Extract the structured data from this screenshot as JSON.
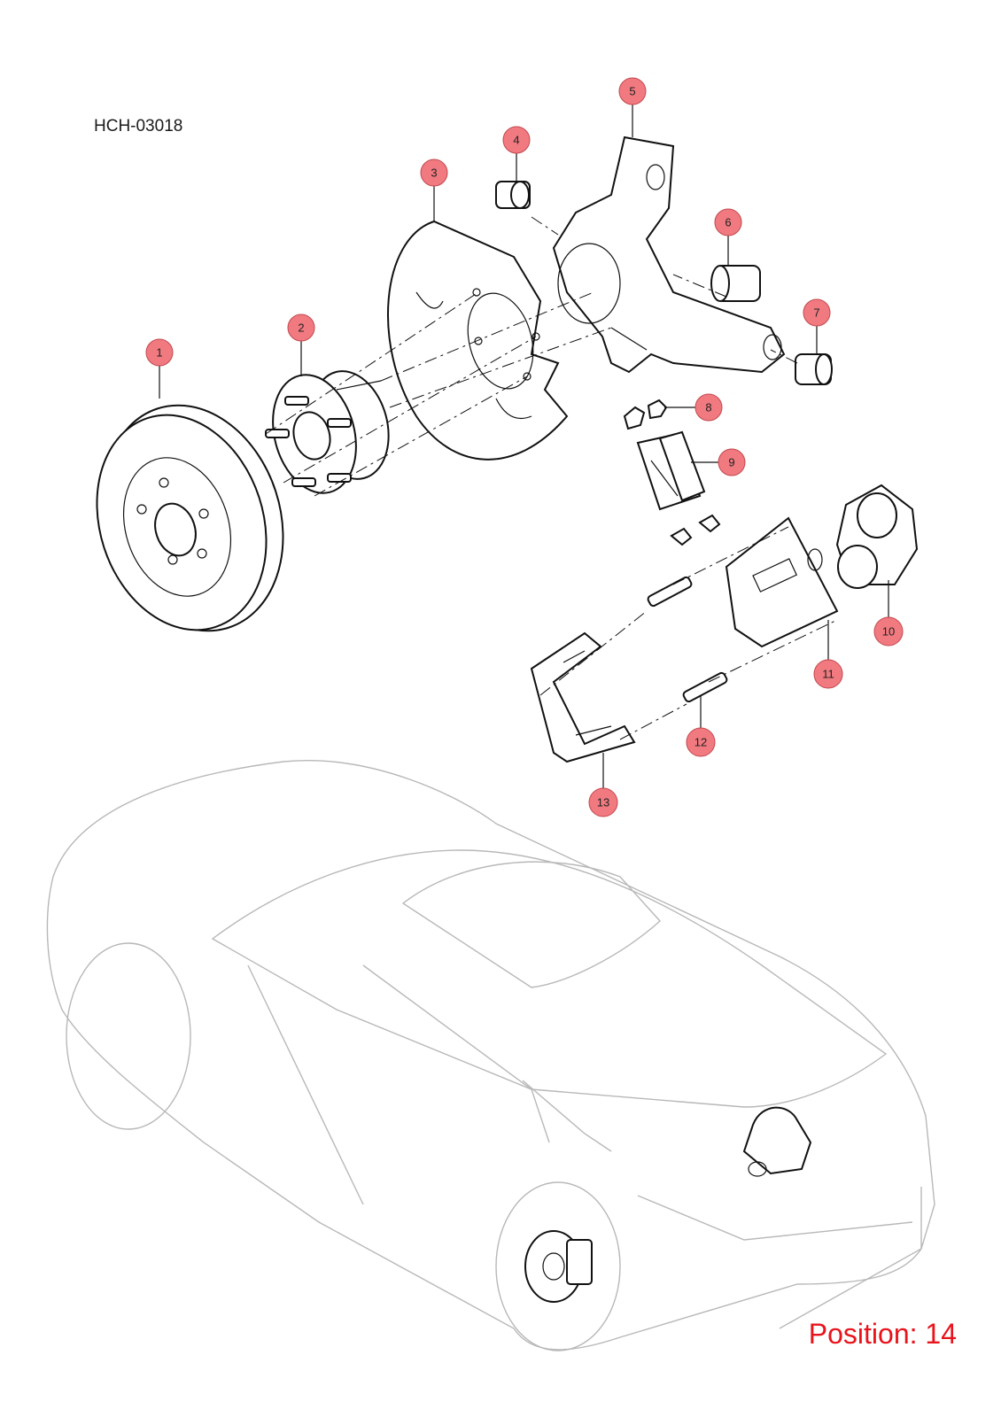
{
  "diagram": {
    "code": "HCH-03018",
    "position_label": "Position: 14",
    "callouts": [
      {
        "id": "1"
      },
      {
        "id": "2"
      },
      {
        "id": "3"
      },
      {
        "id": "4"
      },
      {
        "id": "5"
      },
      {
        "id": "6"
      },
      {
        "id": "7"
      },
      {
        "id": "8"
      },
      {
        "id": "9"
      },
      {
        "id": "10"
      },
      {
        "id": "11"
      },
      {
        "id": "12"
      },
      {
        "id": "13"
      }
    ],
    "colors": {
      "callout_fill": "#f07a80",
      "callout_stroke": "#c2484e",
      "position_text": "#e8141c",
      "line_art": "#111111",
      "vehicle_outline": "#b8b8b8"
    }
  }
}
